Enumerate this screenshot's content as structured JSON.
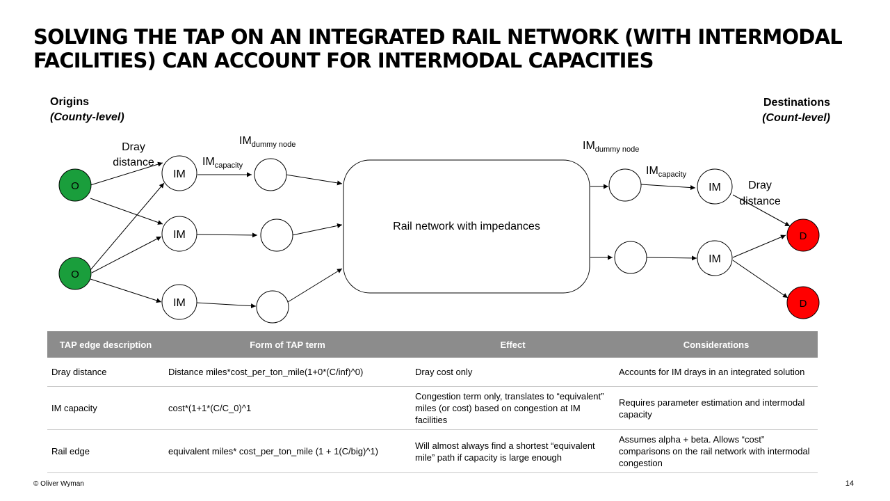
{
  "slide": {
    "title": "Solving the TAP on an integrated rail network (with intermodal facilities) can account for intermodal capacities",
    "page_number": "14",
    "footer": "© Oliver Wyman"
  },
  "diagram": {
    "origins_header": "Origins",
    "origins_sub": "(County-level)",
    "destinations_header": "Destinations",
    "destinations_sub": "(Count-level)",
    "origin_label": "O",
    "destination_label": "D",
    "im_label": "IM",
    "im_prefix": "IM",
    "dummy_node_sub": "dummy node",
    "capacity_sub": "capacity",
    "dray_line1": "Dray",
    "dray_line2": "distance",
    "rail_network_label": "Rail network with impedances",
    "colors": {
      "origin": "#1a9e3c",
      "destination": "#ff0000",
      "header_bg": "#8c8c8c"
    }
  },
  "table": {
    "headers": [
      "TAP edge description",
      "Form of TAP term",
      "Effect",
      "Considerations"
    ],
    "rows": [
      [
        "Dray distance",
        "Distance miles*cost_per_ton_mile(1+0*(C/inf)^0)",
        "Dray cost only",
        "Accounts for IM drays in an integrated solution"
      ],
      [
        "IM capacity",
        "cost*(1+1*(C/C_0)^1",
        "Congestion term only, translates to “equivalent” miles (or cost) based on congestion at IM facilities",
        "Requires parameter estimation and intermodal capacity"
      ],
      [
        "Rail edge",
        "equivalent miles* cost_per_ton_mile (1 + 1(C/big)^1)",
        "Will almost always find a shortest “equivalent mile” path if capacity is large enough",
        "Assumes alpha + beta. Allows “cost” comparisons on the rail network with intermodal congestion"
      ]
    ]
  }
}
